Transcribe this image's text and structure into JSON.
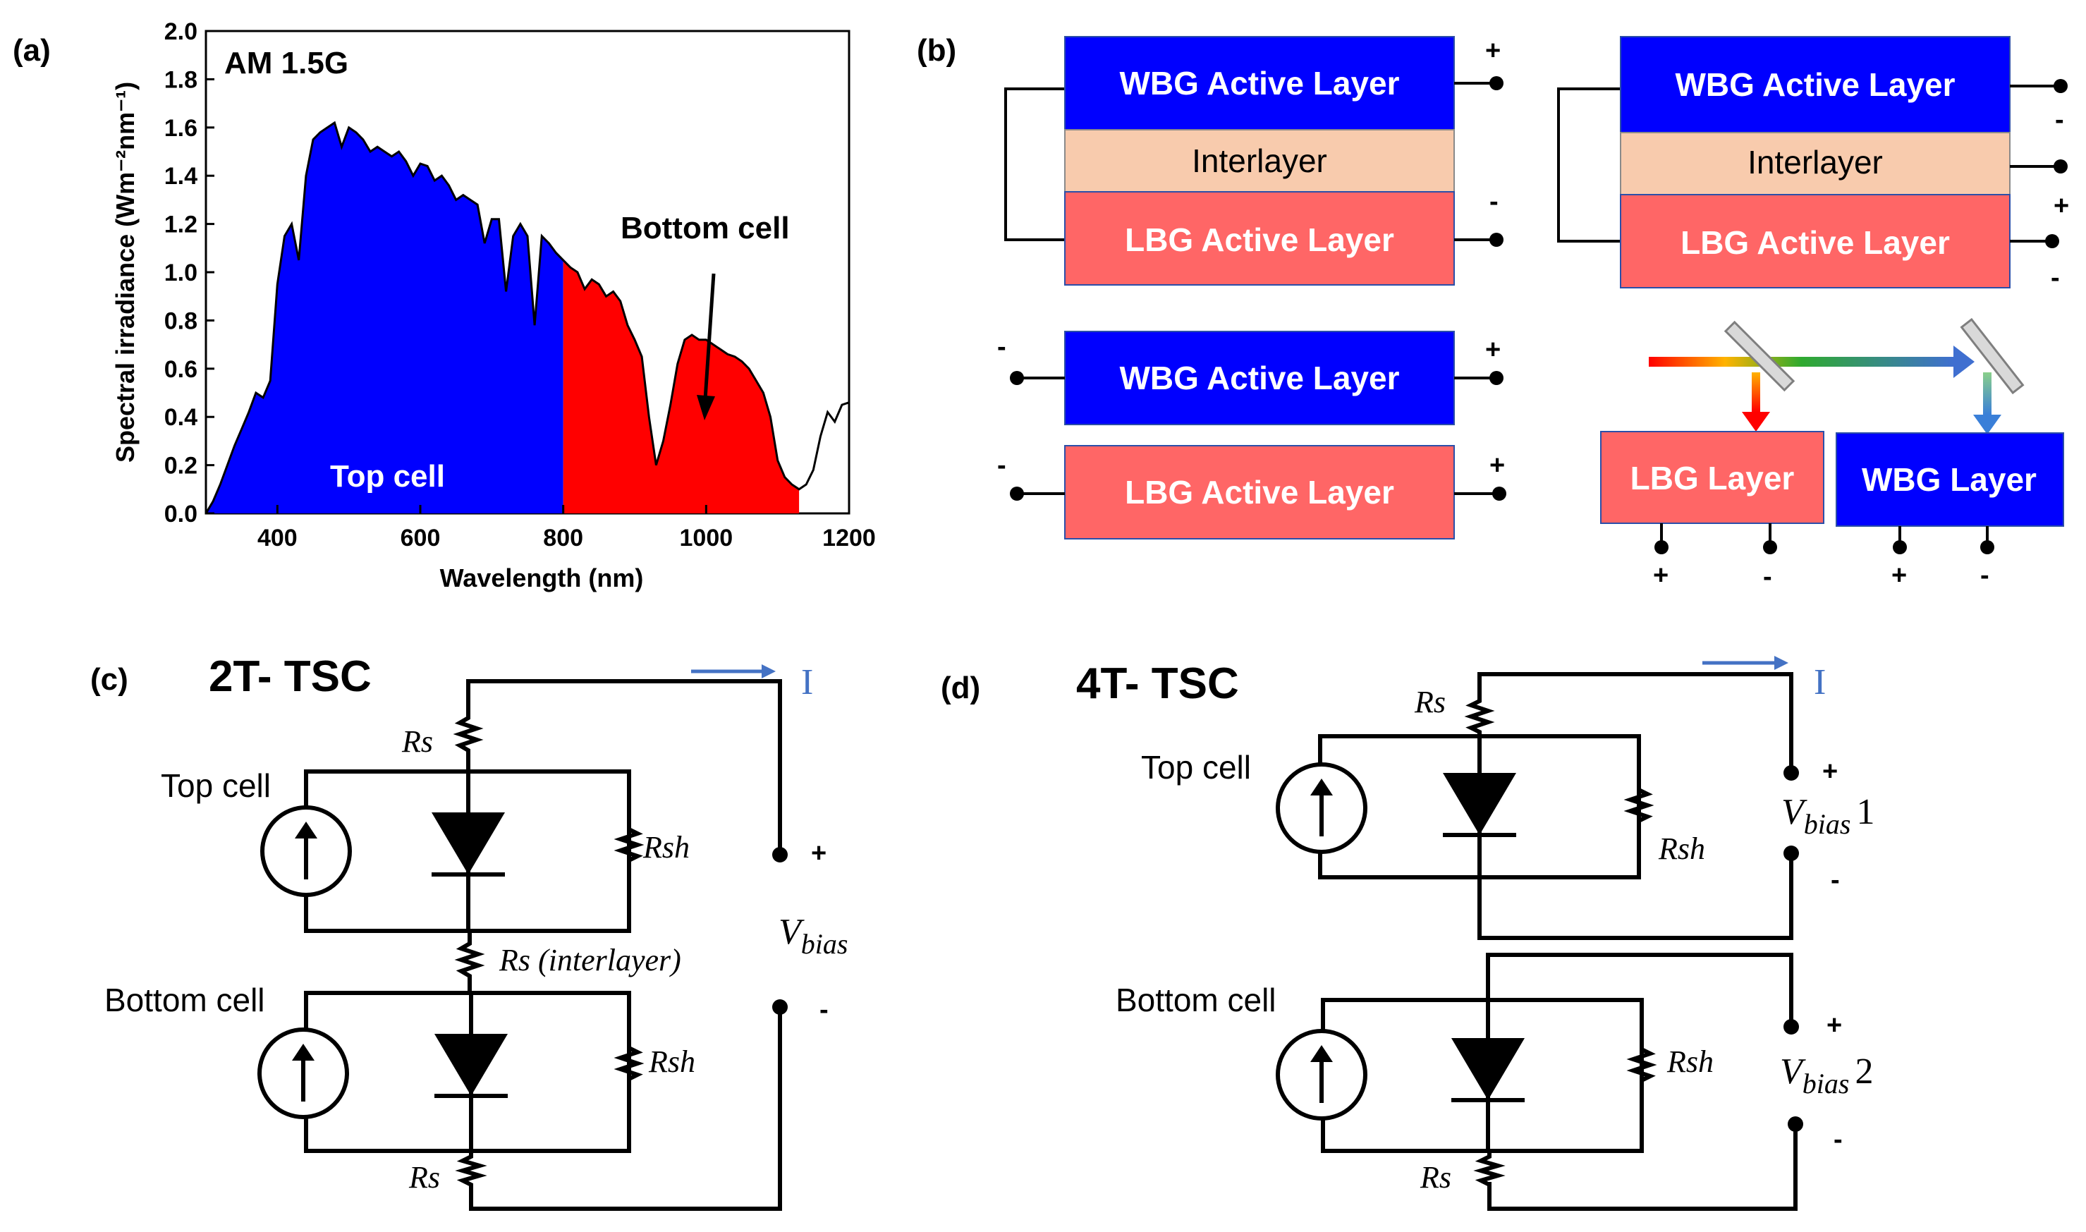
{
  "panels": {
    "a": "(a)",
    "b": "(b)",
    "c": "(c)",
    "d": "(d)"
  },
  "chart_data": {
    "type": "area",
    "title": "AM 1.5G",
    "xlabel": "Wavelength (nm)",
    "ylabel": "Spectral irradiance (Wm⁻²nm⁻¹)",
    "xlim": [
      300,
      1200
    ],
    "ylim": [
      0,
      2.0
    ],
    "xticks": [
      "400",
      "600",
      "800",
      "1000",
      "1200"
    ],
    "yticks": [
      "0.0",
      "0.2",
      "0.4",
      "0.6",
      "0.8",
      "1.0",
      "1.2",
      "1.4",
      "1.6",
      "1.8",
      "2.0"
    ],
    "grid": false,
    "colors": {
      "top": "#0000ff",
      "bottom": "#ff0000",
      "line": "#000000"
    },
    "annotations": [
      "Top cell",
      "Bottom cell"
    ],
    "split_wavelength": 800,
    "bottom_cutoff": 1130,
    "series": [
      {
        "x": [
          300,
          310,
          320,
          330,
          340,
          350,
          360,
          370,
          380,
          390,
          400,
          410,
          420,
          430,
          440,
          450,
          460,
          470,
          480,
          490,
          500,
          510,
          520,
          530,
          540,
          550,
          560,
          570,
          580,
          590,
          600,
          610,
          620,
          630,
          640,
          650,
          660,
          670,
          680,
          690,
          700,
          710,
          720,
          730,
          740,
          750,
          760,
          770,
          780,
          790,
          800,
          810,
          820,
          830,
          840,
          850,
          860,
          870,
          880,
          890,
          900,
          910,
          920,
          930,
          940,
          950,
          960,
          970,
          980,
          990,
          1000,
          1010,
          1020,
          1030,
          1040,
          1050,
          1060,
          1070,
          1080,
          1090,
          1100,
          1110,
          1120,
          1130,
          1140,
          1150,
          1160,
          1170,
          1180,
          1190,
          1200
        ],
        "values": [
          0.0,
          0.05,
          0.12,
          0.2,
          0.28,
          0.35,
          0.42,
          0.5,
          0.48,
          0.55,
          0.95,
          1.15,
          1.2,
          1.05,
          1.4,
          1.55,
          1.58,
          1.6,
          1.62,
          1.52,
          1.6,
          1.58,
          1.55,
          1.5,
          1.52,
          1.5,
          1.48,
          1.5,
          1.46,
          1.4,
          1.45,
          1.44,
          1.38,
          1.4,
          1.36,
          1.3,
          1.32,
          1.3,
          1.28,
          1.12,
          1.22,
          1.22,
          0.92,
          1.15,
          1.2,
          1.15,
          0.78,
          1.15,
          1.12,
          1.08,
          1.05,
          1.02,
          1.0,
          0.93,
          0.97,
          0.95,
          0.9,
          0.92,
          0.88,
          0.78,
          0.72,
          0.65,
          0.4,
          0.2,
          0.3,
          0.45,
          0.62,
          0.72,
          0.74,
          0.72,
          0.72,
          0.7,
          0.68,
          0.66,
          0.65,
          0.63,
          0.6,
          0.55,
          0.5,
          0.4,
          0.22,
          0.15,
          0.12,
          0.1,
          0.12,
          0.18,
          0.32,
          0.42,
          0.38,
          0.45,
          0.46
        ]
      }
    ]
  },
  "b": {
    "wbg": "WBG Active Layer",
    "lbg": "LBG Active Layer",
    "interlayer": "Interlayer",
    "lbg_layer": "LBG Layer",
    "wbg_layer": "WBG Layer",
    "plus": "+",
    "minus": "-"
  },
  "c": {
    "title": "2T- TSC",
    "top_cell": "Top cell",
    "bottom_cell": "Bottom cell",
    "rs": "Rs",
    "rs_inter": "Rs (interlayer)",
    "rsh": "Rsh",
    "current": "I",
    "v": "V",
    "bias": "bias",
    "plus": "+",
    "minus": "-"
  },
  "d": {
    "title": "4T- TSC",
    "top_cell": "Top cell",
    "bottom_cell": "Bottom cell",
    "rs": "Rs",
    "rsh": "Rsh",
    "current": "I",
    "v": "V",
    "bias": "bias",
    "n1": "1",
    "n2": "2",
    "plus": "+",
    "minus": "-"
  }
}
